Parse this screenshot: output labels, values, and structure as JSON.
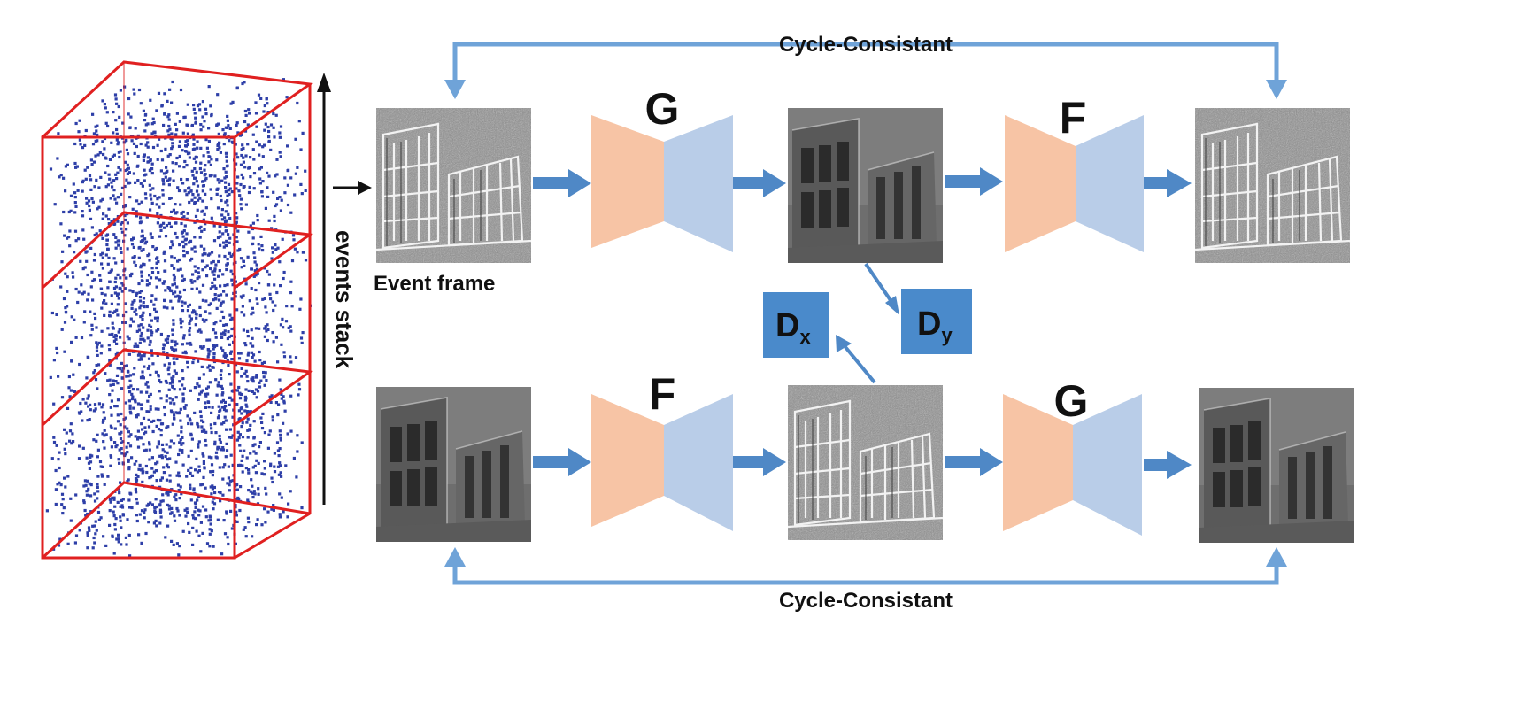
{
  "labels": {
    "cycle_top": "Cycle-Consistant",
    "cycle_bottom": "Cycle-Consistant",
    "event_frame": "Event frame",
    "events_stack": "events stack"
  },
  "generators": {
    "top_first": "G",
    "top_second": "F",
    "bottom_first": "F",
    "bottom_second": "G"
  },
  "discriminators": {
    "dx_main": "D",
    "dx_sub": "x",
    "dy_main": "D",
    "dy_sub": "y"
  },
  "colors": {
    "arrow": "#4f88c6",
    "cycle_line": "#6fa3d8",
    "encoder": "#f7c4a5",
    "decoder": "#b9cde8",
    "discriminator": "#4a8acb",
    "cube_edges": "#e02020",
    "event_dots": "#2e3fa8",
    "event_frame_gray": "#9a9a9a",
    "intensity_gray": "#5a5a5a"
  }
}
